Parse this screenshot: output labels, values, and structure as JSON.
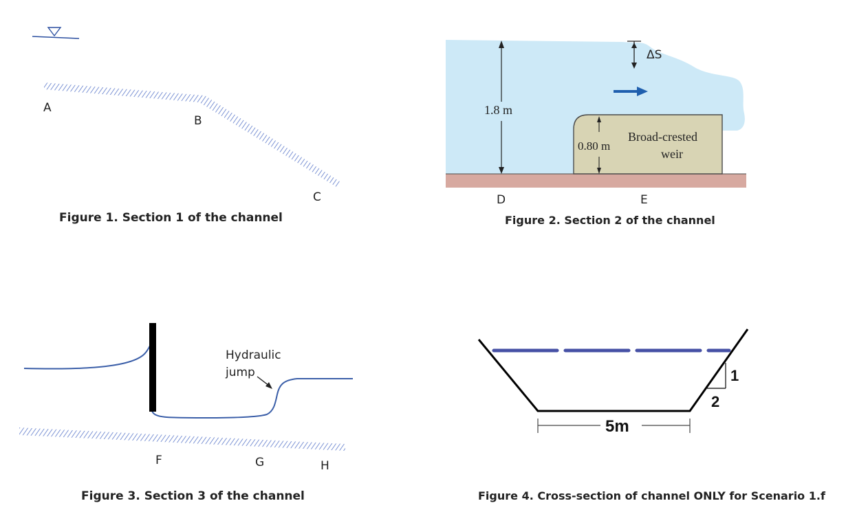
{
  "figure1": {
    "caption": "Figure 1. Section 1 of the channel",
    "points": [
      "A",
      "B",
      "C"
    ]
  },
  "figure2": {
    "caption": "Figure 2. Section 2 of the channel",
    "depth_label": "1.8 m",
    "weir_height_label": "0.80 m",
    "weir_label_line1": "Broad-crested",
    "weir_label_line2": "weir",
    "delta_label": "ΔS",
    "points": [
      "D",
      "E"
    ],
    "colors": {
      "water": "#cde9f7",
      "weir": "#d8d4b4",
      "ground": "#d7a9a0",
      "arrow": "#1f5fae"
    }
  },
  "figure3": {
    "caption": "Figure 3. Section 3 of the channel",
    "jump_label_line1": "Hydraulic",
    "jump_label_line2": "jump",
    "points": [
      "F",
      "G",
      "H"
    ],
    "colors": {
      "water_surface": "#3a5ea8",
      "gate": "#000000",
      "bed_hatch": "#5b78c9"
    }
  },
  "figure4": {
    "caption": "Figure  4. Cross-section of channel ONLY for Scenario 1.f",
    "bottom_width_label": "5m",
    "slope_vertical": "1",
    "slope_horizontal": "2",
    "colors": {
      "water_line": "#4650a5"
    }
  }
}
